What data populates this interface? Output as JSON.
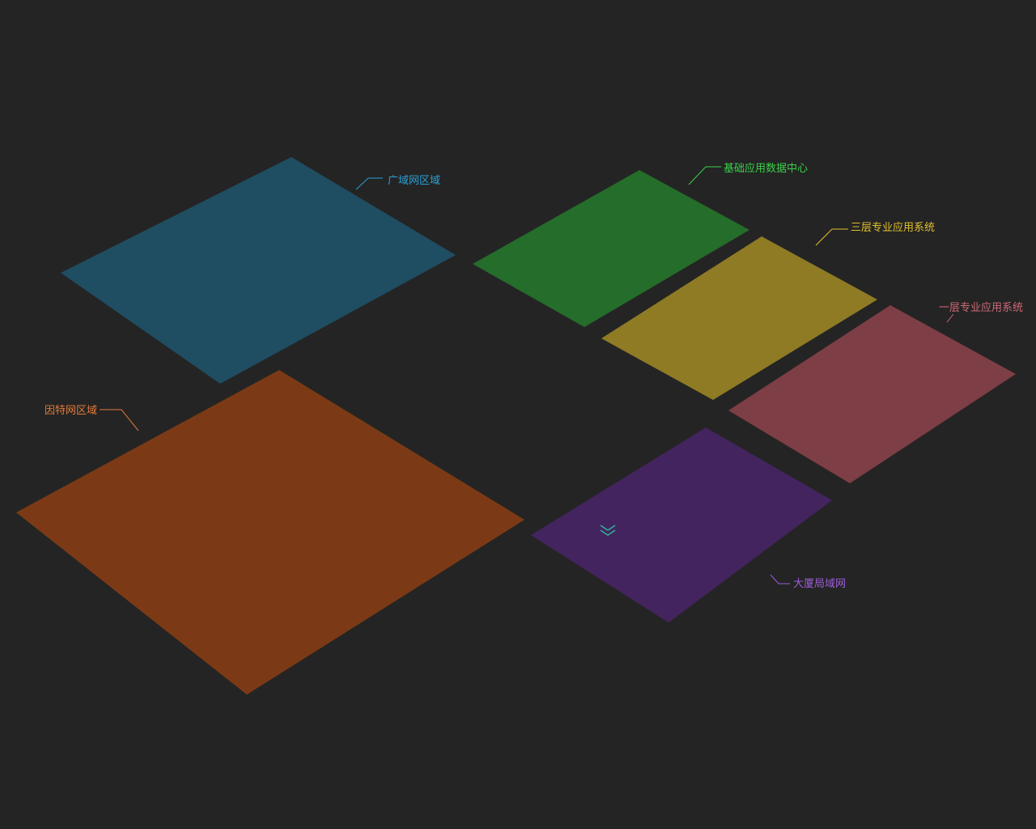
{
  "zones": [
    {
      "id": "wan",
      "label": "广域网区域",
      "color": "#1f4d61",
      "label_color": "#2a9fd6"
    },
    {
      "id": "basic-data-center",
      "label": "基础应用数据中心",
      "color": "#256d2a",
      "label_color": "#3ad14a"
    },
    {
      "id": "tier3-apps",
      "label": "三层专业应用系统",
      "color": "#8e7b24",
      "label_color": "#e0c02e"
    },
    {
      "id": "tier1-apps",
      "label": "一层专业应用系统",
      "color": "#7e3e45",
      "label_color": "#d06a76"
    },
    {
      "id": "internet",
      "label": "因特网区域",
      "color": "#7b3a15",
      "label_color": "#e07a3a"
    },
    {
      "id": "building-lan",
      "label": "大厦局域网",
      "color": "#43245e",
      "label_color": "#9c5ed8"
    }
  ],
  "expand_icon": {
    "name": "double-chevron-down-icon",
    "color": "#2fb39a"
  }
}
